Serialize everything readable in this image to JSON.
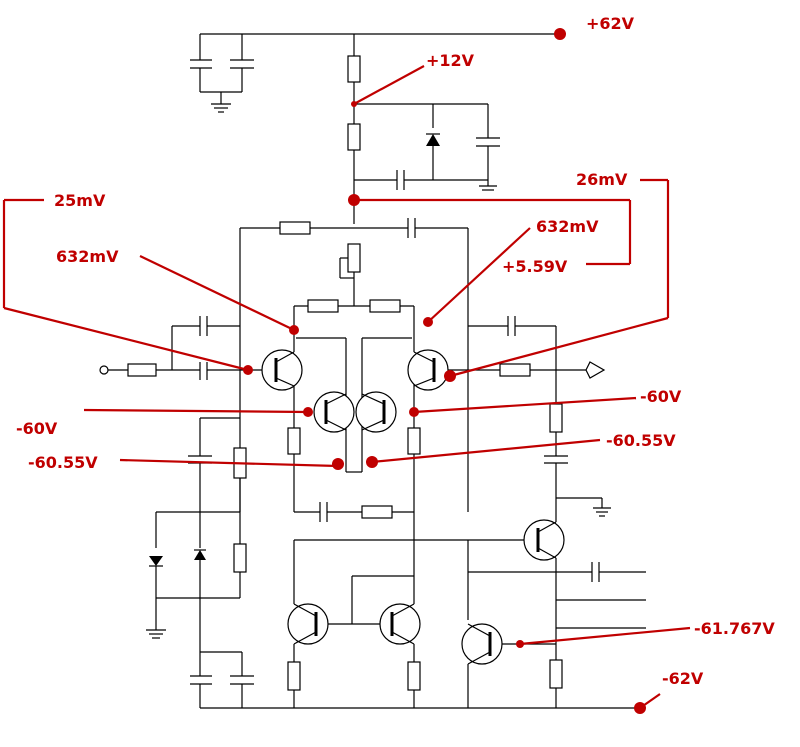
{
  "annotations": {
    "v_plus62": "+62V",
    "v_plus12": "+12V",
    "v_26mv": "26mV",
    "v_25mv": "25mV",
    "v_632mv_left": "632mV",
    "v_632mv_right": "632mV",
    "v_plus559": "+5.59V",
    "v_m60_left": "-60V",
    "v_m60_right": "-60V",
    "v_m6055_left": "-60.55V",
    "v_m6055_right": "-60.55V",
    "v_m61767": "-61.767V",
    "v_m62": "-62V"
  },
  "colors": {
    "annotation": "#c00000",
    "wire": "#000000",
    "background": "#ffffff"
  }
}
